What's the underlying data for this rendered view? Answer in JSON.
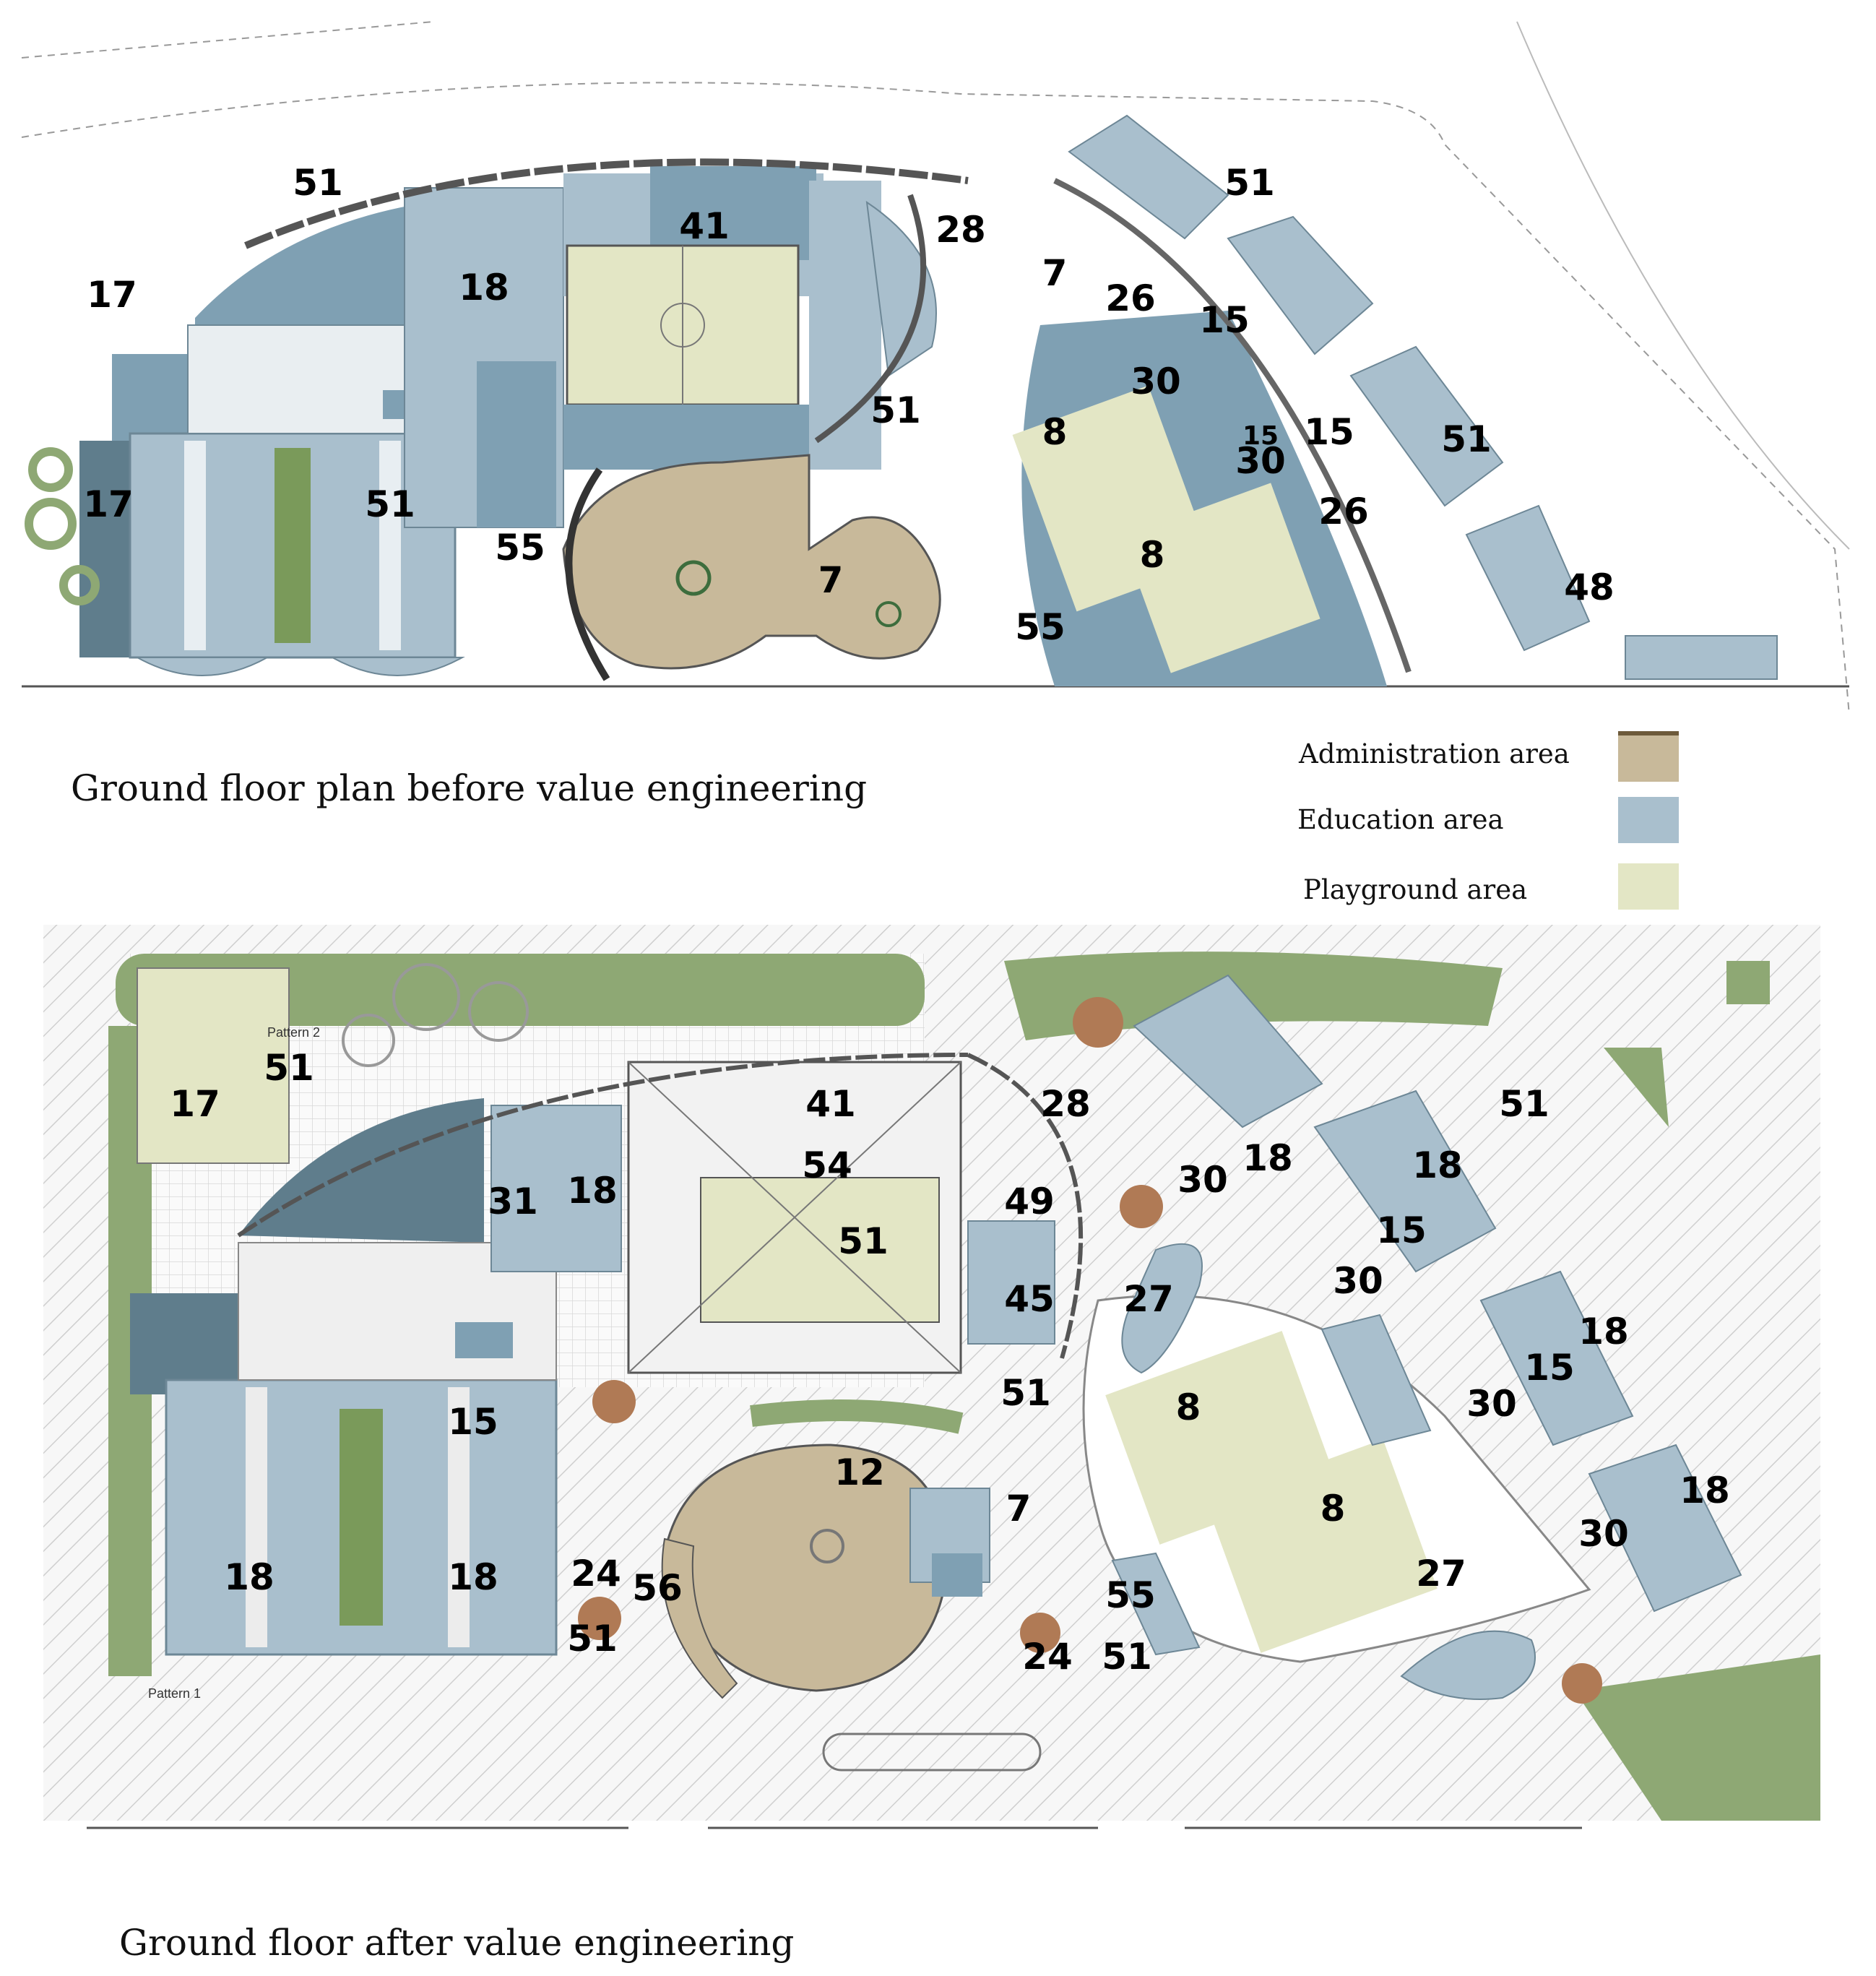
{
  "captions": {
    "top": "Ground floor plan before value engineering",
    "bottom": "Ground floor after value engineering"
  },
  "legend": [
    {
      "label": "Administration area",
      "color": "#c8b99a"
    },
    {
      "label": "Education area",
      "color": "#a9bfcd"
    },
    {
      "label": "Playground area",
      "color": "#e3e6c5"
    }
  ],
  "colors": {
    "administration": "#c8b99a",
    "education": "#a9bfcd",
    "education_dark": "#7fa0b3",
    "playground": "#e3e6c5",
    "landscape": "#8ea874",
    "hatch": "#d9d9d9"
  },
  "top_plan_labels": [
    "51",
    "41",
    "28",
    "17",
    "18",
    "7",
    "26",
    "15",
    "51",
    "15",
    "51",
    "30",
    "8",
    "15",
    "17",
    "30",
    "26",
    "55",
    "7",
    "8",
    "48",
    "55",
    "51",
    "51"
  ],
  "bottom_plan_labels": [
    "17",
    "51",
    "41",
    "54",
    "28",
    "31",
    "18",
    "49",
    "30",
    "51",
    "18",
    "18",
    "15",
    "45",
    "27",
    "30",
    "15",
    "18",
    "51",
    "8",
    "12",
    "7",
    "15",
    "30",
    "18",
    "24",
    "56",
    "55",
    "8",
    "27",
    "30",
    "18",
    "18",
    "51",
    "51",
    "24",
    "51"
  ],
  "small_labels": [
    "Pattern 2",
    "Pattern 1"
  ]
}
